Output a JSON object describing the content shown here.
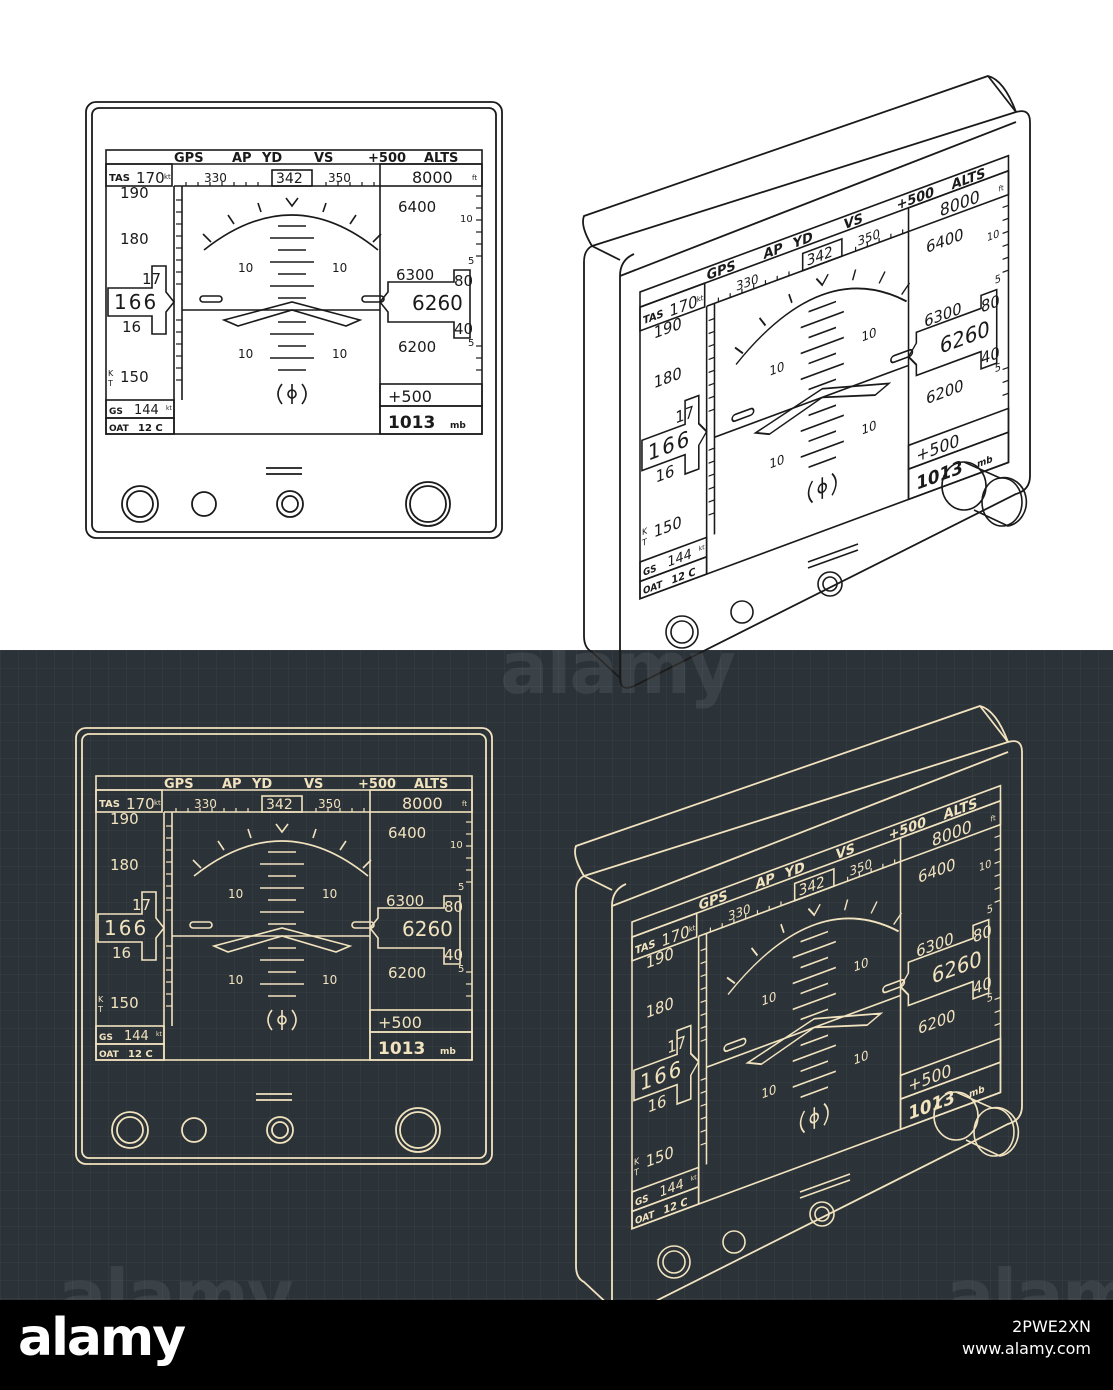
{
  "pfd": {
    "annunciators": [
      "GPS",
      "AP",
      "YD",
      "VS",
      "+500",
      "ALTS"
    ],
    "tas_label": "TAS",
    "tas_value": "170",
    "tas_unit": "kt",
    "heading_left": "330",
    "heading_current": "342",
    "heading_right": "350",
    "alt_selected": "8000",
    "alt_unit": "ft",
    "speed_190": "190",
    "speed_180": "180",
    "speed_170": "17",
    "speed_current": "166",
    "speed_160": "16",
    "speed_150": "150",
    "speed_unit_k": "K",
    "speed_unit_t": "T",
    "pitch_10": "10",
    "alt_6400": "6400",
    "alt_6300": "6300",
    "alt_current": "6260",
    "alt_roll_80": "80",
    "alt_roll_40": "40",
    "alt_6200": "6200",
    "vsi_10": "10",
    "vsi_5": "5",
    "vs_value": "+500",
    "baro_value": "1013",
    "baro_unit": "mb",
    "gs_label": "GS",
    "gs_value": "144",
    "gs_unit": "kt",
    "oat_label": "OAT",
    "oat_value": "12 C"
  },
  "watermark": {
    "text": "alamy"
  },
  "footer": {
    "logo": "alamy",
    "image_id": "2PWE2XN",
    "site": "www.alamy.com"
  },
  "colors": {
    "light_stroke": "#1a1a1a",
    "dark_stroke": "#f2e3bf",
    "dark_bg": "#2b3238"
  }
}
